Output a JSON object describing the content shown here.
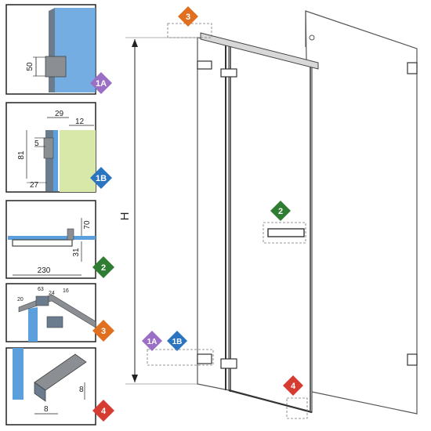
{
  "panels": {
    "p1a": {
      "dims": [
        "50"
      ],
      "badge": "1A"
    },
    "p1b": {
      "dims": [
        "29",
        "12",
        "5",
        "81",
        "27"
      ],
      "badge": "1B"
    },
    "p2": {
      "dims": [
        "70",
        "31",
        "230"
      ],
      "badge": "2"
    },
    "p3": {
      "dims": [
        "63",
        "20",
        "24",
        "16"
      ],
      "badge": "3"
    },
    "p4": {
      "dims": [
        "8",
        "8"
      ],
      "badge": "4"
    }
  },
  "main": {
    "height_label": "H",
    "badges": [
      "3",
      "2",
      "1A",
      "1B",
      "4"
    ]
  },
  "badge_colors": {
    "1A": "#9b6fc6",
    "1B": "#2a74c0",
    "2": "#2e7d32",
    "3": "#e07020",
    "4": "#d63c32"
  }
}
